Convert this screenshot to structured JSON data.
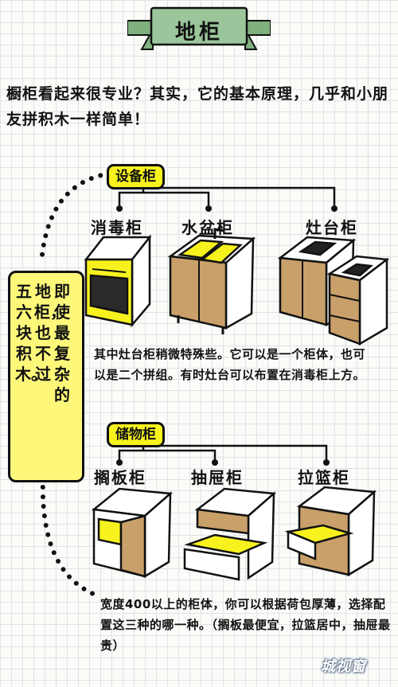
{
  "title": "地柜",
  "intro": "橱柜看起来很专业？其实，它的基本原理，几乎和小朋友拼积木一样简单！",
  "side_text": "即使最复杂的地柜，也不过五六块积木。",
  "equipment": {
    "heading": "设备柜",
    "items": [
      "消毒柜",
      "水盆柜",
      "灶台柜"
    ],
    "note": "其中灶台柜稍微特殊些。它可以是一个柜体，也可以是二个拼组。有时灶台可以布置在消毒柜上方。"
  },
  "storage": {
    "heading": "储物柜",
    "items": [
      "搁板柜",
      "抽屉柜",
      "拉篮柜"
    ],
    "note": "宽度400以上的柜体，你可以根据荷包厚薄，选择配置这三种的哪一种。（搁板最便宜，拉篮居中，抽屉最贵）"
  },
  "watermark": "城视窗",
  "colors": {
    "highlight": "#f7f21e",
    "wood": "#c9a06a",
    "outline": "#111111",
    "banner": "#9bc59a"
  }
}
